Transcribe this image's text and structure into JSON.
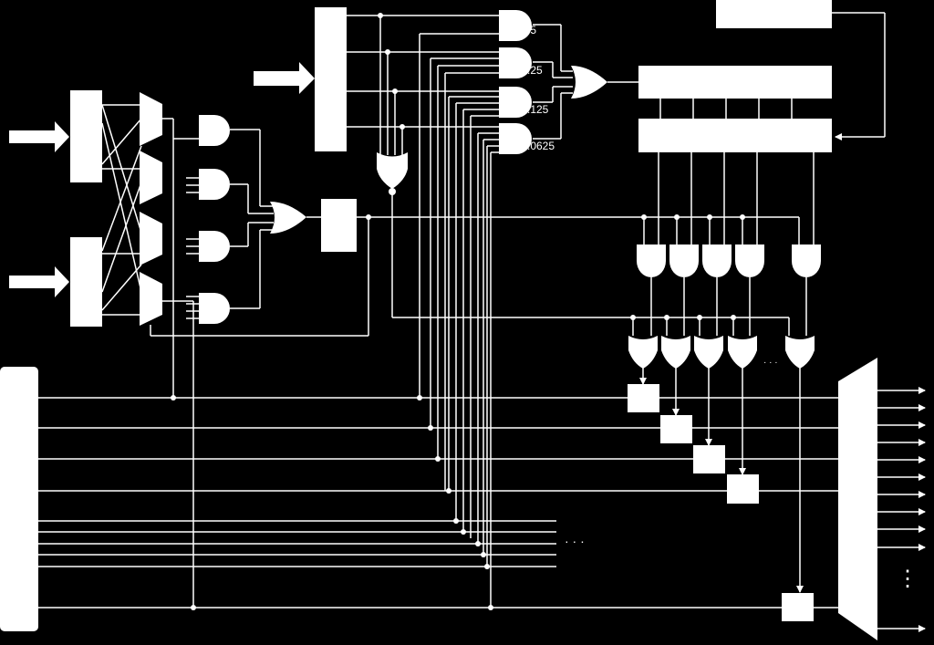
{
  "diagram": {
    "title": "",
    "weight_labels": [
      ".5",
      ".25",
      ".125",
      ".0625"
    ],
    "ellipsis_right": "· · ·",
    "ellipsis_or_row": "· · ·",
    "ellipsis_vertical": "⋮",
    "colors": {
      "background": "#000000",
      "foreground": "#ffffff"
    },
    "icons": [
      "input-arrow-icon",
      "and-gate-icon",
      "or-gate-icon",
      "nor-gate-icon",
      "mux-icon",
      "register-icon",
      "output-arrow-icon"
    ]
  }
}
